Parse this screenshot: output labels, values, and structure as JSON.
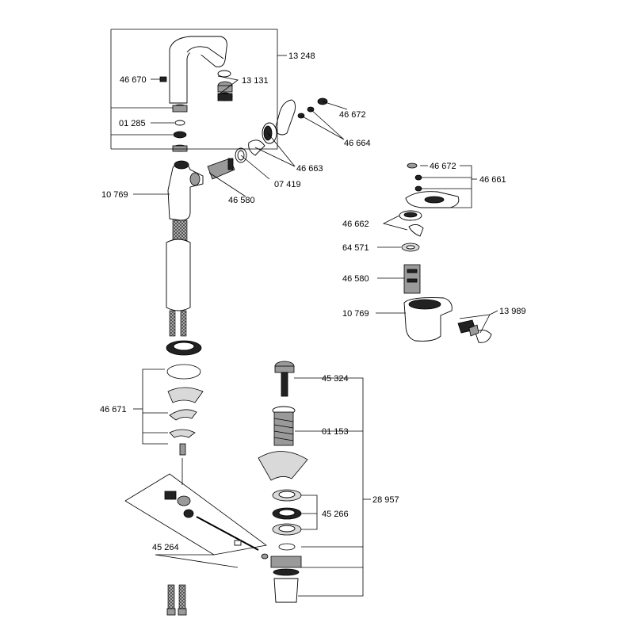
{
  "labels": {
    "l13248": "13 248",
    "l46670": "46 670",
    "l13131": "13 131",
    "l01285": "01 285",
    "l46672a": "46 672",
    "l46664": "46 664",
    "l46663": "46 663",
    "l07419": "07 419",
    "l10769a": "10 769",
    "l46580a": "46 580",
    "l46672b": "46 672",
    "l46661": "46 661",
    "l46662": "46 662",
    "l64571": "64 571",
    "l46580b": "46 580",
    "l10769b": "10 769",
    "l13989": "13 989",
    "l45324": "45 324",
    "l01153": "01 153",
    "l46671": "46 671",
    "l45266": "45 266",
    "l28957": "28 957",
    "l45264": "45 264"
  }
}
